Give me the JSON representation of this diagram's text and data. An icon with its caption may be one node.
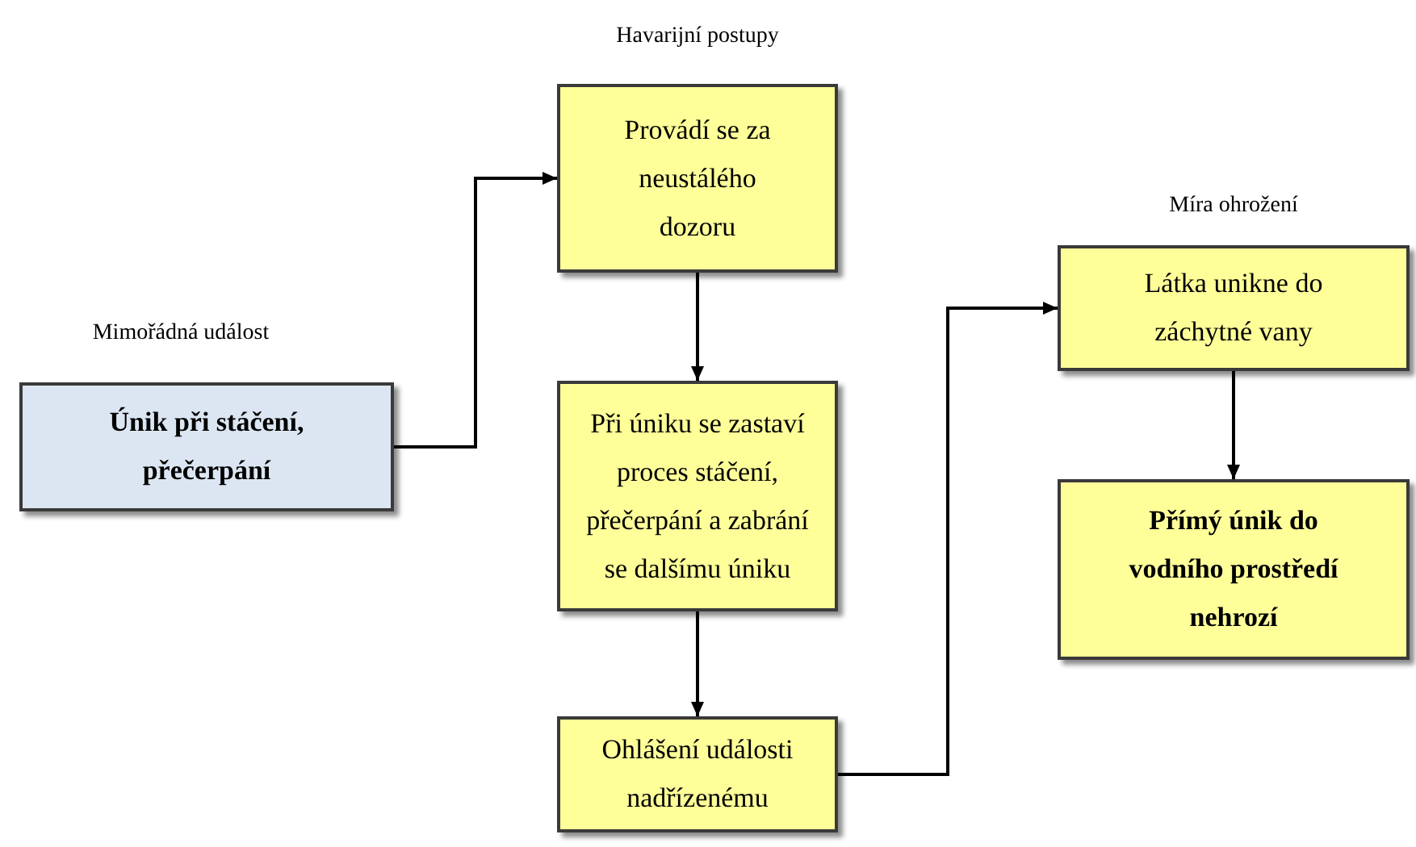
{
  "diagram": {
    "nodes": [
      {
        "text": [
          "Únik při stáčení, přečerpání"
        ],
        "beside": [
          "Mimořádná událost"
        ]
      },
      {
        "text": [
          "Provádí se za neustálého dozoru"
        ],
        "beside": [
          "Havarijní postupy"
        ]
      },
      {
        "text": [
          "Při úniku se zastaví proces stáčení, přečerpání a zabrání se dalšímu úniku"
        ]
      },
      {
        "text": [
          "Ohlášení události nadřízenému"
        ]
      },
      {
        "text": [
          "Látka unikne do záchytné vany"
        ],
        "beside": [
          "Míra ohrožení"
        ]
      },
      {
        "text": [
          "Přímý únik do vodního prostředí nehrozí"
        ]
      }
    ],
    "edges": [
      {
        "from": 0,
        "to": 1,
        "arrow": "to"
      },
      {
        "from": 1,
        "to": 2,
        "arrow": "to"
      },
      {
        "from": 2,
        "to": 3,
        "arrow": "to"
      },
      {
        "from": 3,
        "to": 4,
        "arrow": "to"
      },
      {
        "from": 4,
        "to": 5,
        "arrow": "to"
      }
    ]
  }
}
